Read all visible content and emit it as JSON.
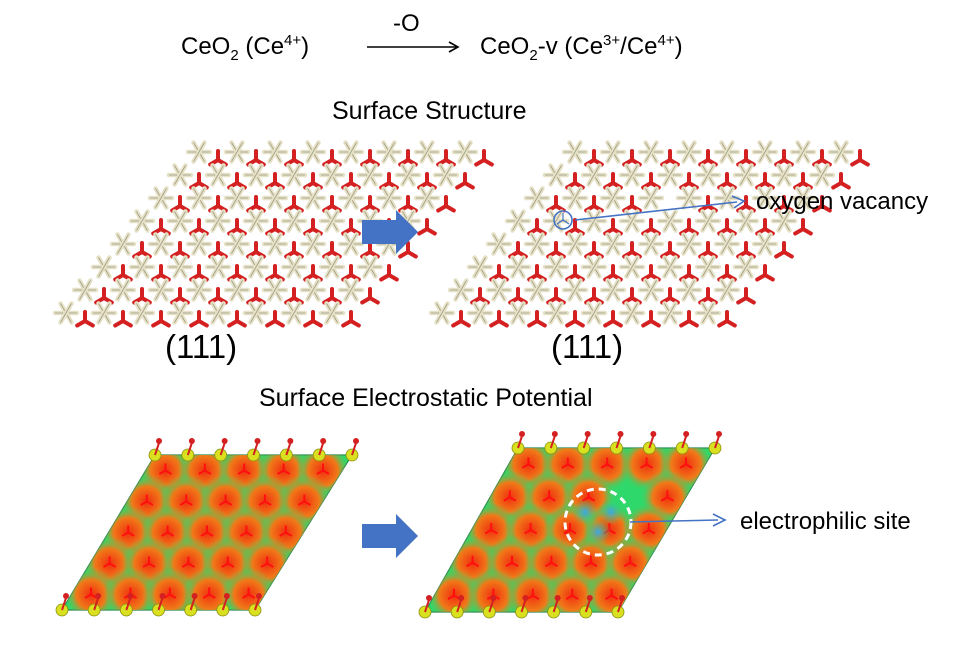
{
  "equation": {
    "reactant": "CeO",
    "reactant_sub": "2",
    "reactant_paren_open": " (Ce",
    "reactant_sup": "4+",
    "reactant_paren_close": ")",
    "arrow_label": "-O",
    "product": "CeO",
    "product_sub": "2",
    "product_rest": "-v (Ce",
    "product_sup1": "3+",
    "product_mid": "/Ce",
    "product_sup2": "4+",
    "product_close": ")"
  },
  "sections": {
    "structure_title": "Surface Structure",
    "potential_title": "Surface Electrostatic Potential"
  },
  "panels": {
    "left_facet": "(111)",
    "right_facet": "(111)"
  },
  "annotations": {
    "vacancy": "oxygen vacancy",
    "electrophilic": "electrophilic site"
  },
  "colors": {
    "oxygen": "#d42020",
    "cerium": "#e6e2c8",
    "arrow": "#4472c4",
    "esp_green": "#2fd86a",
    "esp_red": "#f03010",
    "esp_blue": "#3aa8e8",
    "esp_yellow": "#d8e020"
  }
}
